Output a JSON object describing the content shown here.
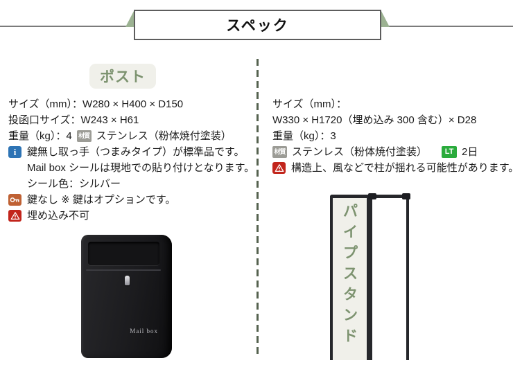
{
  "banner": {
    "title": "スペック"
  },
  "post": {
    "header": "ポスト",
    "size_line": "サイズ（mm）：W280 × H400 × D150",
    "slot_line": "投函口サイズ：W243 × H61",
    "weight_prefix": "重量（kg）：4",
    "material_badge": "材質",
    "material_value": "ステンレス（粉体焼付塗装）",
    "info_glyph": "i",
    "info_line1": "鍵無し取っ手（つまみタイプ）が標準品です。",
    "info_line2": "Mail box シールは現地での貼り付けとなります。",
    "info_line3": "シール色：シルバー",
    "key_note": "鍵なし ※ 鍵はオプションです。",
    "warning_note": "埋め込み不可",
    "product_label": "Mail box"
  },
  "stand": {
    "header": "パイプスタンド",
    "size_label": "サイズ（mm）：",
    "size_value": "W330 × H1720（埋め込み 300 含む）× D28",
    "weight_line": "重量（kg）：3",
    "material_badge": "材質",
    "material_value": "ステンレス（粉体焼付塗装）",
    "lt_badge": "LT",
    "lt_value": "2日",
    "warning_note": "構造上、風などで柱が揺れる可能性があります。"
  },
  "icons": {
    "info": "info-icon",
    "key": "key-icon",
    "warning": "warning-triangle-icon",
    "material": "material-badge",
    "lead_time": "lead-time-badge"
  },
  "colors": {
    "ribbon_fold_green": "#9cb292",
    "header_badge_bg": "#f0f0ea",
    "header_badge_text": "#7d9370",
    "divider_green": "#55624f",
    "info_icon_blue": "#2e74b5",
    "key_icon_orange": "#bf6134",
    "warning_icon_red": "#c2251c",
    "material_badge_gray": "#9c9c96",
    "lt_badge_green": "#2aab3c",
    "text": "#1b1b1b"
  }
}
